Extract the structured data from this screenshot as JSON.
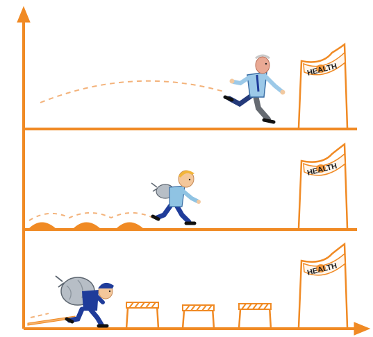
{
  "colors": {
    "accent": "#f08a24",
    "accent_light": "#f6b26b",
    "dash": "#f3b27a",
    "suit_blue": "#1f3c9a",
    "shirt_light_blue": "#9cc9e8",
    "sack_grey": "#b7bec6"
  },
  "lanes": [
    {
      "flag_text": "HEALTH",
      "runner": "older-man-running-freely"
    },
    {
      "flag_text": "HEALTH",
      "runner": "boy-with-small-bag"
    },
    {
      "flag_text": "HEALTH",
      "runner": "child-with-heavy-sack"
    }
  ],
  "icons": {
    "y_axis": "arrow-up-icon",
    "x_axis": "arrow-right-icon",
    "finish": "flag-icon"
  }
}
